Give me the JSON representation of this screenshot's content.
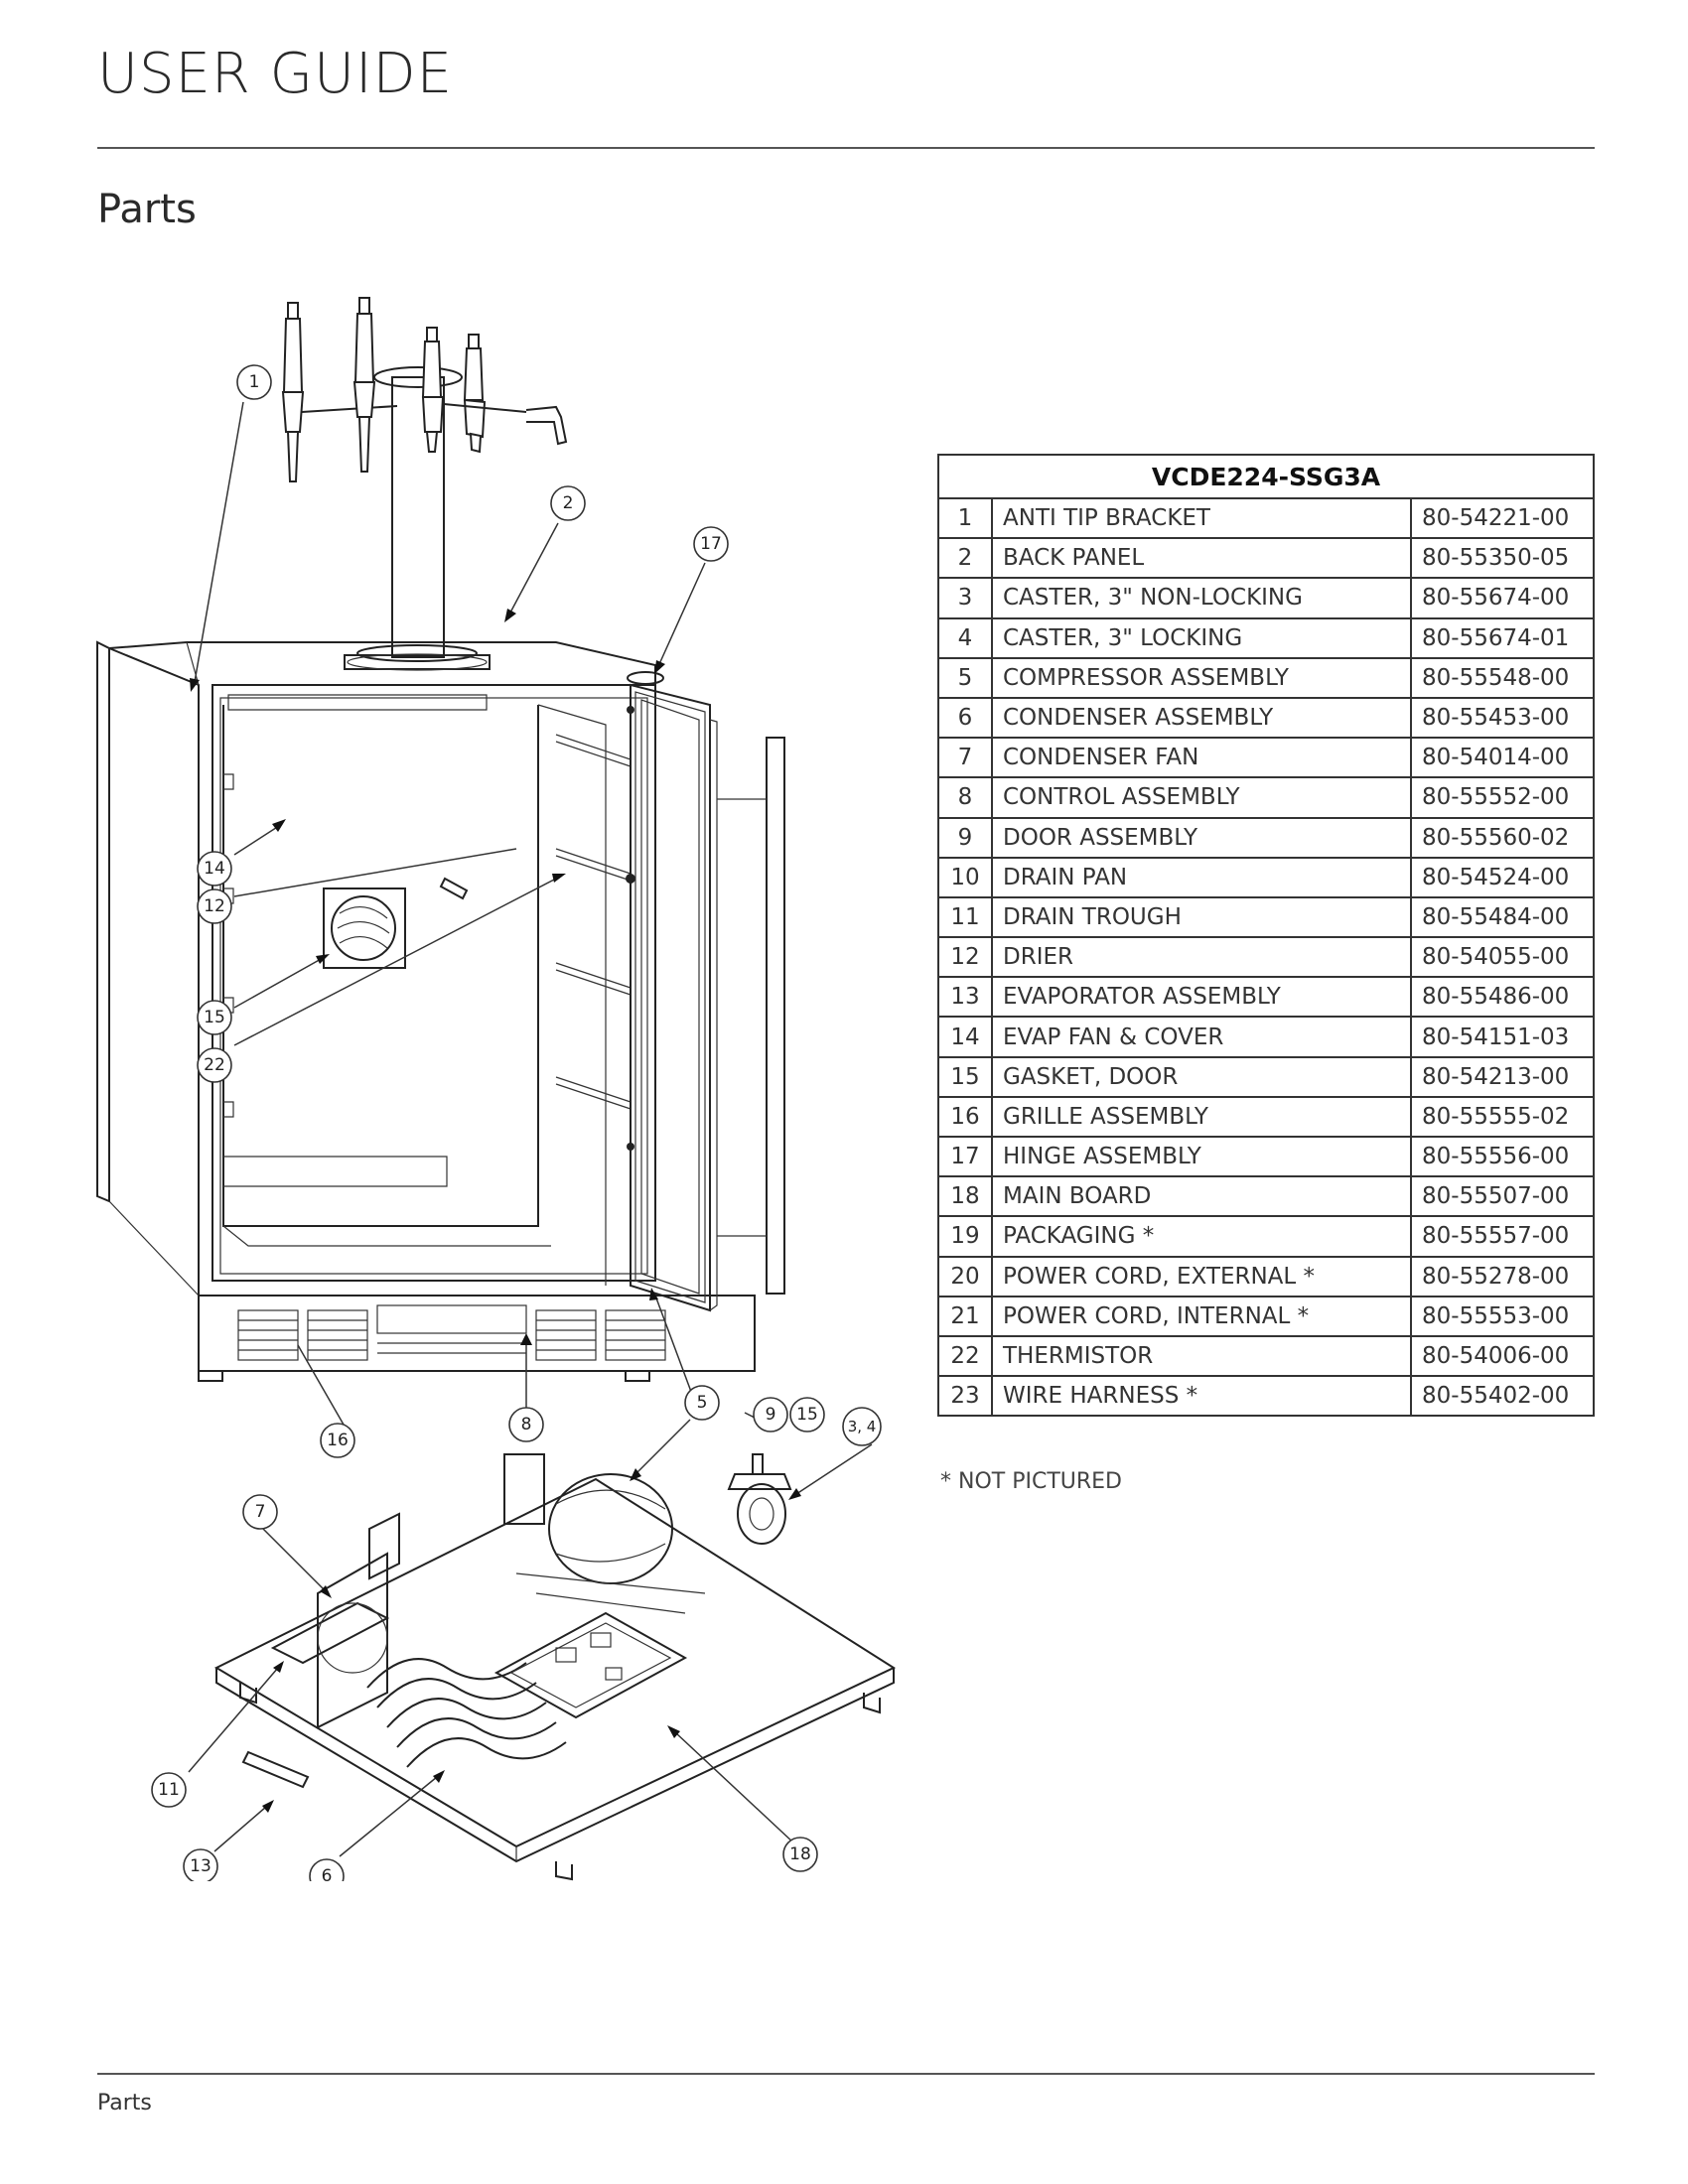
{
  "header": {
    "title": "USER GUIDE"
  },
  "section": {
    "title": "Parts"
  },
  "diagram": {
    "callouts": [
      "1",
      "2",
      "17",
      "14",
      "12",
      "15",
      "22",
      "16",
      "8",
      "5",
      "9",
      "15",
      "3, 4",
      "7",
      "11",
      "13",
      "6",
      "18"
    ]
  },
  "parts_table": {
    "model": "VCDE224-SSG3A",
    "rows": [
      {
        "num": "1",
        "desc": "ANTI TIP BRACKET",
        "pn": "80-54221-00"
      },
      {
        "num": "2",
        "desc": "BACK PANEL",
        "pn": "80-55350-05"
      },
      {
        "num": "3",
        "desc": "CASTER, 3\" NON-LOCKING",
        "pn": "80-55674-00"
      },
      {
        "num": "4",
        "desc": "CASTER, 3\" LOCKING",
        "pn": "80-55674-01"
      },
      {
        "num": "5",
        "desc": "COMPRESSOR ASSEMBLY",
        "pn": "80-55548-00"
      },
      {
        "num": "6",
        "desc": "CONDENSER ASSEMBLY",
        "pn": "80-55453-00"
      },
      {
        "num": "7",
        "desc": "CONDENSER FAN",
        "pn": "80-54014-00"
      },
      {
        "num": "8",
        "desc": "CONTROL ASSEMBLY",
        "pn": "80-55552-00"
      },
      {
        "num": "9",
        "desc": "DOOR ASSEMBLY",
        "pn": "80-55560-02"
      },
      {
        "num": "10",
        "desc": "DRAIN PAN",
        "pn": "80-54524-00"
      },
      {
        "num": "11",
        "desc": "DRAIN TROUGH",
        "pn": "80-55484-00"
      },
      {
        "num": "12",
        "desc": "DRIER",
        "pn": "80-54055-00"
      },
      {
        "num": "13",
        "desc": "EVAPORATOR ASSEMBLY",
        "pn": "80-55486-00"
      },
      {
        "num": "14",
        "desc": "EVAP FAN & COVER",
        "pn": "80-54151-03"
      },
      {
        "num": "15",
        "desc": "GASKET, DOOR",
        "pn": "80-54213-00"
      },
      {
        "num": "16",
        "desc": "GRILLE ASSEMBLY",
        "pn": "80-55555-02"
      },
      {
        "num": "17",
        "desc": "HINGE ASSEMBLY",
        "pn": "80-55556-00"
      },
      {
        "num": "18",
        "desc": "MAIN BOARD",
        "pn": "80-55507-00"
      },
      {
        "num": "19",
        "desc": "PACKAGING *",
        "pn": "80-55557-00"
      },
      {
        "num": "20",
        "desc": "POWER CORD, EXTERNAL *",
        "pn": "80-55278-00"
      },
      {
        "num": "21",
        "desc": "POWER CORD, INTERNAL *",
        "pn": "80-55553-00"
      },
      {
        "num": "22",
        "desc": "THERMISTOR",
        "pn": "80-54006-00"
      },
      {
        "num": "23",
        "desc": "WIRE HARNESS *",
        "pn": "80-55402-00"
      }
    ]
  },
  "footnote": "* NOT PICTURED",
  "footer": {
    "label": "Parts"
  }
}
